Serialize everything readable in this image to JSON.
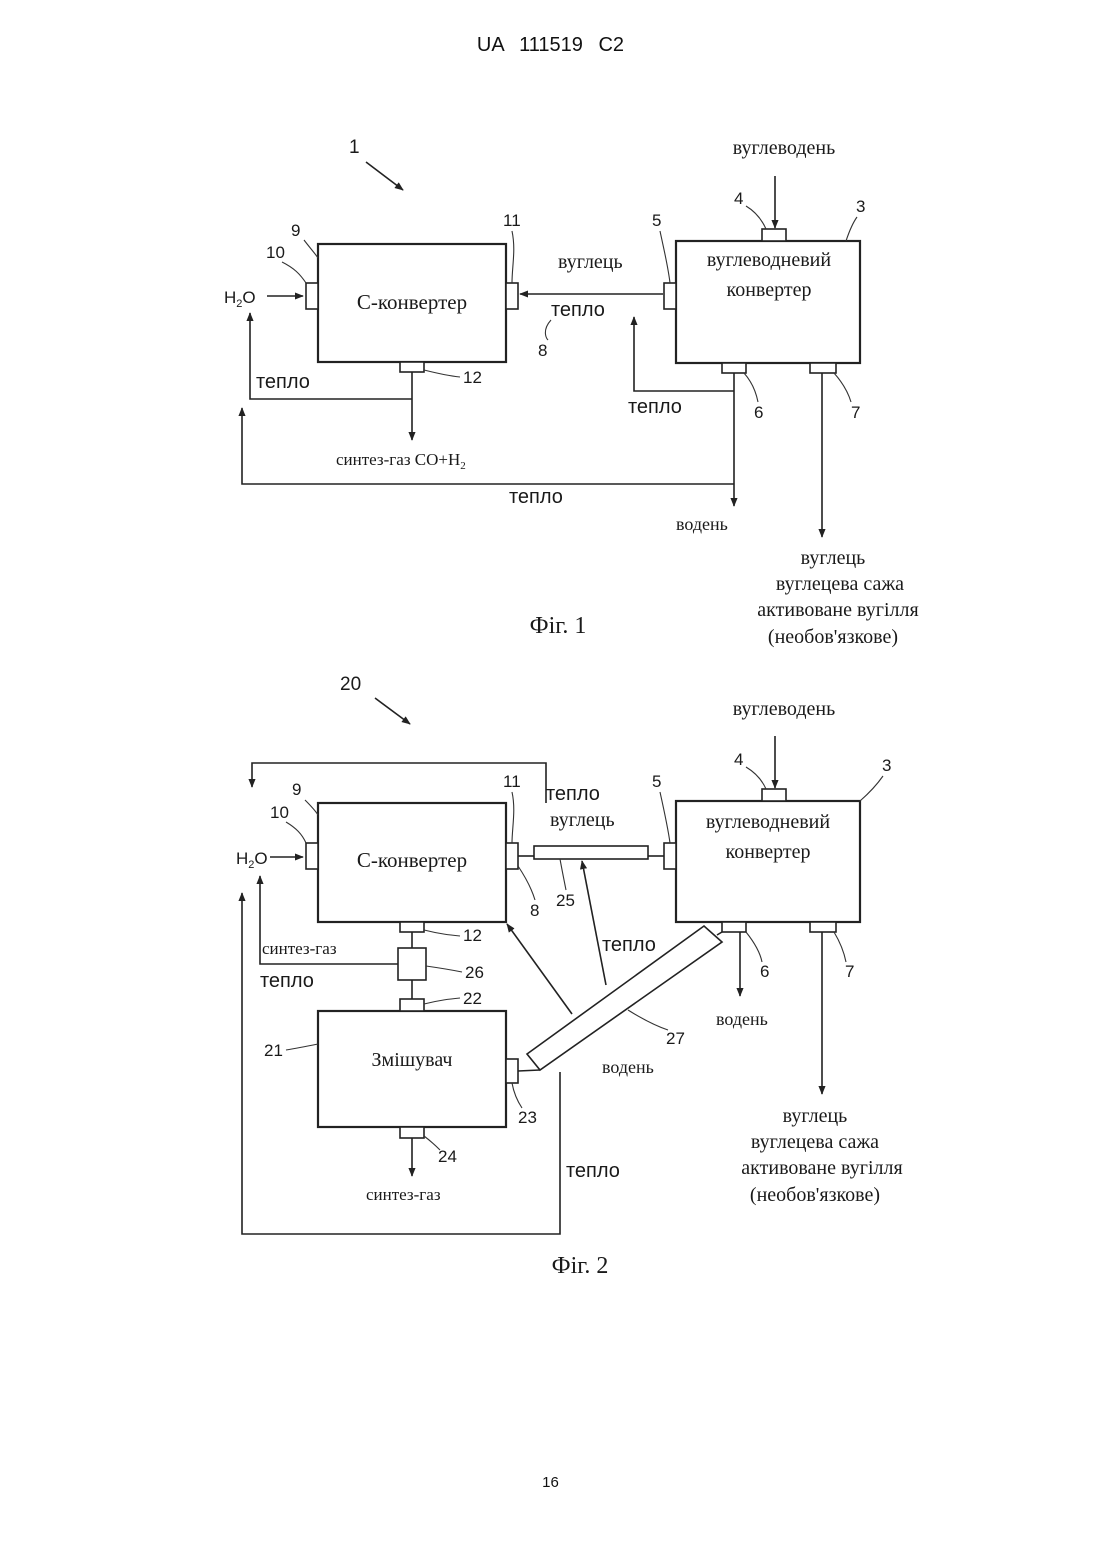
{
  "header": {
    "doc_id": "UA 111519 C2"
  },
  "footer": {
    "page_number": "16"
  },
  "fig1": {
    "caption": "Фіг. 1",
    "ref": "1",
    "c_converter": "С-конвертер",
    "hc_converter_line1": "вуглеводневий",
    "hc_converter_line2": "конвертер",
    "hydrocarbon": "вуглеводень",
    "carbon": "вуглець",
    "heat": "тепло",
    "water": "H",
    "water_sub": "2",
    "water_end": "O",
    "syngas": "синтез-газ  CO+H",
    "syngas_sub": "2",
    "hydrogen": "водень",
    "output_line1": "вуглець",
    "output_line2": "вуглецева сажа",
    "output_line3": "активоване вугілля",
    "output_line4": "(необов'язкове)",
    "labels": {
      "n3": "3",
      "n4": "4",
      "n5": "5",
      "n6": "6",
      "n7": "7",
      "n8": "8",
      "n9": "9",
      "n10": "10",
      "n11": "11",
      "n12": "12"
    }
  },
  "fig2": {
    "caption": "Фіг. 2",
    "ref": "20",
    "c_converter": "С-конвертер",
    "hc_converter_line1": "вуглеводневий",
    "hc_converter_line2": "конвертер",
    "mixer": "Змішувач",
    "hydrocarbon": "вуглеводень",
    "carbon": "вуглець",
    "heat": "тепло",
    "water": "H",
    "water_sub": "2",
    "water_end": "O",
    "syngas": "синтез-газ",
    "hydrogen": "водень",
    "output_line1": "вуглець",
    "output_line2": "вуглецева сажа",
    "output_line3": "активоване вугілля",
    "output_line4": "(необов'язкове)",
    "labels": {
      "n3": "3",
      "n4": "4",
      "n5": "5",
      "n6": "6",
      "n7": "7",
      "n8": "8",
      "n9": "9",
      "n10": "10",
      "n11": "11",
      "n12": "12",
      "n21": "21",
      "n22": "22",
      "n23": "23",
      "n24": "24",
      "n25": "25",
      "n26": "26",
      "n27": "27"
    }
  }
}
